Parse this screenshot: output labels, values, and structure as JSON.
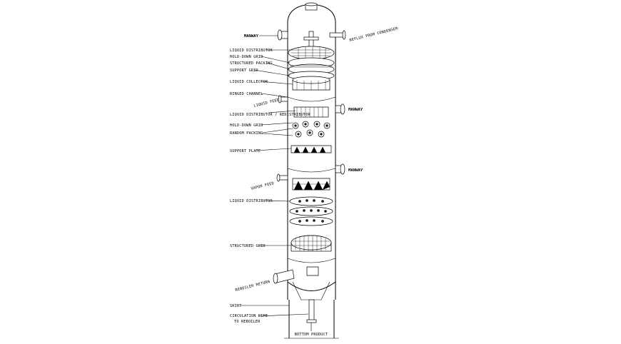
{
  "labels": {
    "manway_top": "MANWAY",
    "manway_mid": "MANWAY",
    "manway_low": "MANWAY",
    "reflux_return": "REFLUX FROM CONDENSER",
    "liquid_distributor_top": "LIQUID DISTRIBUTOR",
    "hold_down_grid_top": "HOLD-DOWN GRID",
    "structured_packing": "STRUCTURED PACKING",
    "support_grid": "SUPPORT GRID",
    "liquid_collector": "LIQUID COLLECTOR",
    "ringed_channel": "RINGED CHANNEL",
    "liquid_feed": "LIQUID FEED",
    "liquid_distributor_redistributor": "LIQUID DISTRIBUTOR / REDISTRIBUTOR",
    "hold_down_grid_mid": "HOLD-DOWN GRID",
    "random_packing": "RANDOM PACKING",
    "support_plate": "SUPPORT PLATE",
    "vapor_feed": "VAPOR FEED",
    "liquid_distributor_low": "LIQUID DISTRIBUTOR",
    "structured_grid": "STRUCTURED GRID",
    "reboiler_return": "REBOILER RETURN",
    "skirt": "SKIRT",
    "circulation_pipe": "CIRCULATION PIPE",
    "to_reboiler": "TO REBOILER",
    "bottom_product": "BOTTOM PRODUCT"
  },
  "icons": {
    "column": "distillation-column-drawing"
  }
}
